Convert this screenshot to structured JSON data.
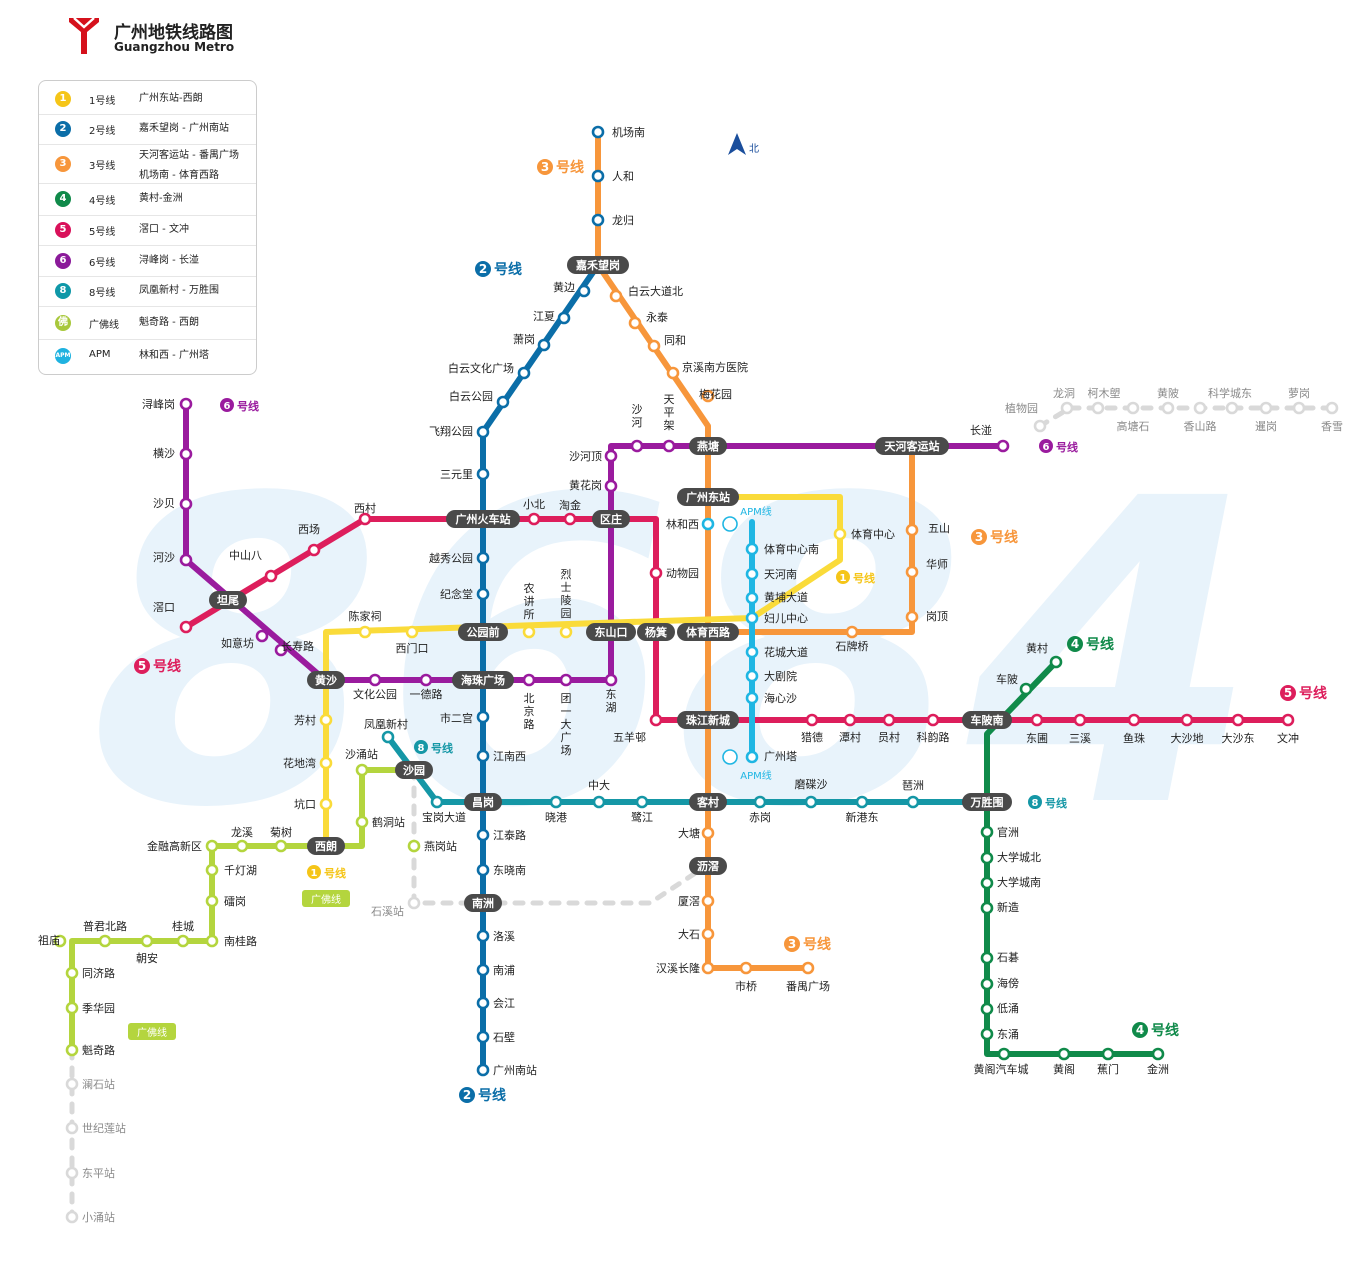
{
  "header": {
    "title": "广州地铁线路图",
    "subtitle": "Guangzhou Metro"
  },
  "north": "北",
  "watermark": "8684",
  "legend": [
    {
      "badge": "1",
      "code": "1号线",
      "desc": "广州东站-西朗",
      "color": "#f5c518"
    },
    {
      "badge": "2",
      "code": "2号线",
      "desc": "嘉禾望岗 - 广州南站",
      "color": "#0b6ea8"
    },
    {
      "badge": "3",
      "code": "3号线",
      "desc": "天河客运站 - 番禺广场",
      "desc2": "机场南 - 体育西路",
      "color": "#f7963b"
    },
    {
      "badge": "4",
      "code": "4号线",
      "desc": "黄村-金洲",
      "color": "#108a4a"
    },
    {
      "badge": "5",
      "code": "5号线",
      "desc": "滘口 - 文冲",
      "color": "#d9115a"
    },
    {
      "badge": "6",
      "code": "6号线",
      "desc": "浔峰岗 - 长湴",
      "color": "#8b1a9a"
    },
    {
      "badge": "8",
      "code": "8号线",
      "desc": "凤凰新村 - 万胜围",
      "color": "#0f98a8"
    },
    {
      "badge": "佛",
      "code": "广佛线",
      "desc": "魁奇路 - 西朗",
      "color": "#a8c83c"
    },
    {
      "badge": "APM",
      "code": "APM",
      "desc": "林和西 - 广州塔",
      "color": "#1fb2e0"
    }
  ],
  "colors": {
    "l1": "#fadb3a",
    "l2": "#0b6ea8",
    "l3": "#f7963b",
    "l4": "#108a4a",
    "l5": "#dd1e5c",
    "l6": "#9a1b9e",
    "l8": "#1597a6",
    "gf": "#b4d53e",
    "apm": "#1fb6e3",
    "future": "#d9d9d9",
    "hub": "#4a4a4a"
  },
  "line_labels": [
    {
      "num": "3",
      "text": "号线",
      "color": "#f7963b"
    },
    {
      "num": "2",
      "text": "号线",
      "color": "#0b6ea8"
    },
    {
      "num": "6",
      "text": "号线",
      "color": "#9a1b9e"
    },
    {
      "num": "6",
      "text": "号线",
      "color": "#9a1b9e"
    },
    {
      "num": "3",
      "text": "号线",
      "color": "#f7963b"
    },
    {
      "num": "1",
      "text": "号线",
      "color": "#f5c518"
    },
    {
      "num": "4",
      "text": "号线",
      "color": "#108a4a"
    },
    {
      "num": "5",
      "text": "号线",
      "color": "#dd1e5c"
    },
    {
      "num": "5",
      "text": "号线",
      "color": "#dd1e5c"
    },
    {
      "num": "8",
      "text": "号线",
      "color": "#1597a6"
    },
    {
      "num": "8",
      "text": "号线",
      "color": "#1597a6"
    },
    {
      "num": "1",
      "text": "号线",
      "color": "#f5c518"
    },
    {
      "num": "3",
      "text": "号线",
      "color": "#f7963b"
    },
    {
      "num": "4",
      "text": "号线",
      "color": "#108a4a"
    },
    {
      "num": "2",
      "text": "号线",
      "color": "#0b6ea8"
    }
  ],
  "tags": [
    "广佛线",
    "广佛线",
    "APM线",
    "APM线"
  ],
  "hubs": [
    "嘉禾望岗",
    "燕塘",
    "天河客运站",
    "广州东站",
    "广州火车站",
    "区庄",
    "坦尾",
    "公园前",
    "东山口",
    "杨箕",
    "体育西路",
    "黄沙",
    "海珠广场",
    "珠江新城",
    "车陂南",
    "沙园",
    "昌岗",
    "客村",
    "万胜围",
    "西朗",
    "沥滘",
    "南洲"
  ],
  "stations": [
    "机场南",
    "人和",
    "龙归",
    "黄边",
    "江夏",
    "萧岗",
    "白云文化广场",
    "白云公园",
    "飞翔公园",
    "三元里",
    "越秀公园",
    "纪念堂",
    "市二宫",
    "江南西",
    "江泰路",
    "东晓南",
    "洛溪",
    "南浦",
    "会江",
    "石壁",
    "广州南站",
    "白云大道北",
    "永泰",
    "同和",
    "京溪南方医院",
    "梅花园",
    "大塘",
    "厦滘",
    "大石",
    "汉溪长隆",
    "市桥",
    "番禺广场",
    "华师",
    "五山",
    "岗顶",
    "石牌桥",
    "浔峰岗",
    "横沙",
    "沙贝",
    "河沙",
    "如意坊",
    "长寿路",
    "文化公园",
    "一德路",
    "东湖",
    "黄花岗",
    "沙河顶",
    "沙河",
    "天平架",
    "长湴",
    "滘口",
    "中山八",
    "西场",
    "西村",
    "小北",
    "淘金",
    "动物园",
    "五羊邨",
    "猎德",
    "潭村",
    "员村",
    "科韵路",
    "东圃",
    "三溪",
    "鱼珠",
    "大沙地",
    "大沙东",
    "文冲",
    "陈家祠",
    "西门口",
    "农讲所",
    "烈士陵园",
    "体育中心",
    "芳村",
    "花地湾",
    "坑口",
    "黄村",
    "车陂",
    "官洲",
    "大学城北",
    "大学城南",
    "新造",
    "石碁",
    "海傍",
    "低涌",
    "东涌",
    "黄阁汽车城",
    "黄阁",
    "蕉门",
    "金洲",
    "凤凰新村",
    "宝岗大道",
    "晓港",
    "中大",
    "鹭江",
    "赤岗",
    "磨碟沙",
    "新港东",
    "琶洲",
    "林和西",
    "体育中心南",
    "天河南",
    "黄埔大道",
    "妇儿中心",
    "花城大道",
    "大剧院",
    "海心沙",
    "广州塔",
    "沙涌站",
    "鹤洞站",
    "燕岗站",
    "石溪站",
    "龙溪",
    "菊树",
    "金融高新区",
    "千灯湖",
    "礌岗",
    "桂城",
    "南桂路",
    "朝安",
    "普君北路",
    "祖庙",
    "同济路",
    "季华园",
    "魁奇路",
    "澜石站",
    "世纪莲站",
    "东平站",
    "小涌站",
    "植物园",
    "龙洞",
    "柯木塱",
    "高塘石",
    "黄陂",
    "香山路",
    "科学城东",
    "暹岗",
    "萝岗",
    "香雪",
    "北京路",
    "团一大广场"
  ]
}
